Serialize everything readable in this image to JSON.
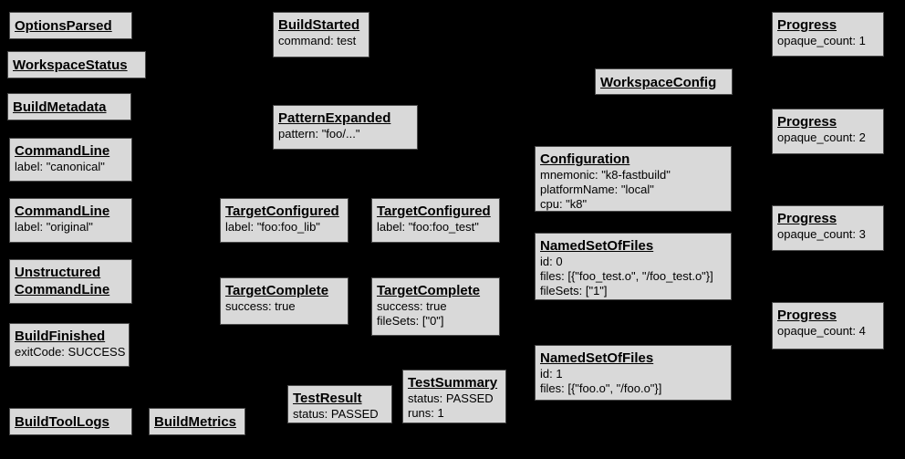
{
  "diagram": {
    "background_color": "#000000",
    "box_fill_color": "#d9d9d9",
    "box_border_color": "#4a4a4a",
    "text_color": "#000000",
    "boxes": [
      {
        "id": "options-parsed",
        "title": "OptionsParsed",
        "lines": []
      },
      {
        "id": "workspace-status",
        "title": "WorkspaceStatus",
        "lines": []
      },
      {
        "id": "build-metadata",
        "title": "BuildMetadata",
        "lines": []
      },
      {
        "id": "command-line-canonical",
        "title": "CommandLine",
        "lines": [
          "label: \"canonical\""
        ]
      },
      {
        "id": "command-line-original",
        "title": "CommandLine",
        "lines": [
          "label: \"original\""
        ]
      },
      {
        "id": "unstructured-command-line",
        "title": "Unstructured\nCommandLine",
        "lines": []
      },
      {
        "id": "build-finished",
        "title": "BuildFinished",
        "lines": [
          "exitCode: SUCCESS"
        ]
      },
      {
        "id": "build-tool-logs",
        "title": "BuildToolLogs",
        "lines": []
      },
      {
        "id": "build-metrics",
        "title": "BuildMetrics",
        "lines": []
      },
      {
        "id": "build-started",
        "title": "BuildStarted",
        "lines": [
          "command: test"
        ]
      },
      {
        "id": "pattern-expanded",
        "title": "PatternExpanded",
        "lines": [
          "pattern: \"foo/...\""
        ]
      },
      {
        "id": "target-configured-foo-lib",
        "title": "TargetConfigured",
        "lines": [
          "label: \"foo:foo_lib\""
        ]
      },
      {
        "id": "target-configured-foo-test",
        "title": "TargetConfigured",
        "lines": [
          "label: \"foo:foo_test\""
        ]
      },
      {
        "id": "target-complete-foo-lib",
        "title": "TargetComplete",
        "lines": [
          "success: true"
        ]
      },
      {
        "id": "target-complete-foo-test",
        "title": "TargetComplete",
        "lines": [
          "success: true",
          "fileSets: [\"0\"]"
        ]
      },
      {
        "id": "test-result",
        "title": "TestResult",
        "lines": [
          "status: PASSED"
        ]
      },
      {
        "id": "test-summary",
        "title": "TestSummary",
        "lines": [
          "status: PASSED",
          "runs: 1"
        ]
      },
      {
        "id": "workspace-config",
        "title": "WorkspaceConfig",
        "lines": []
      },
      {
        "id": "configuration",
        "title": "Configuration",
        "lines": [
          "mnemonic: \"k8-fastbuild\"",
          "platformName: \"local\"",
          "cpu: \"k8\""
        ]
      },
      {
        "id": "named-set-of-files-0",
        "title": "NamedSetOfFiles",
        "lines": [
          "id: 0",
          "files: [{\"foo_test.o\", \"/foo_test.o\"}]",
          "fileSets: [\"1\"]"
        ]
      },
      {
        "id": "named-set-of-files-1",
        "title": "NamedSetOfFiles",
        "lines": [
          "id: 1",
          "files: [{\"foo.o\", \"/foo.o\"}]"
        ]
      },
      {
        "id": "progress-1",
        "title": "Progress",
        "lines": [
          "opaque_count: 1"
        ]
      },
      {
        "id": "progress-2",
        "title": "Progress",
        "lines": [
          "opaque_count: 2"
        ]
      },
      {
        "id": "progress-3",
        "title": "Progress",
        "lines": [
          "opaque_count: 3"
        ]
      },
      {
        "id": "progress-4",
        "title": "Progress",
        "lines": [
          "opaque_count: 4"
        ]
      }
    ]
  }
}
